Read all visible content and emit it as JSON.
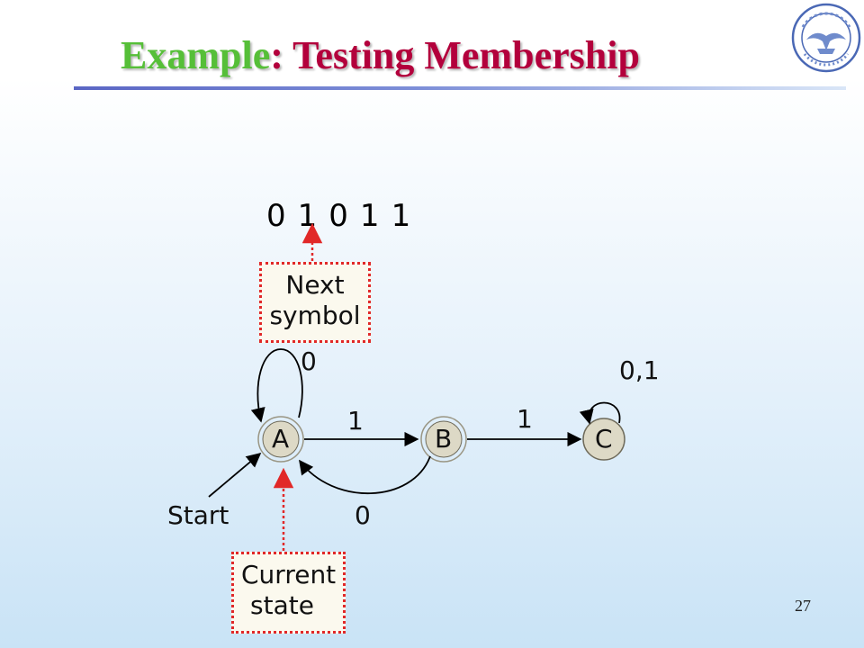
{
  "slide": {
    "title_part1": "Example",
    "title_part2": ": Testing Membership",
    "page_number": "27"
  },
  "input_string": [
    "0",
    "1",
    "0",
    "1",
    "1"
  ],
  "callouts": {
    "next_symbol": [
      "Next",
      "symbol"
    ],
    "current_state": [
      "Current",
      "state"
    ]
  },
  "automaton": {
    "states": [
      "A",
      "B",
      "C"
    ],
    "start_label": "Start",
    "transitions": [
      {
        "from": "A",
        "to": "A",
        "label": "0"
      },
      {
        "from": "A",
        "to": "B",
        "label": "1"
      },
      {
        "from": "B",
        "to": "A",
        "label": "0"
      },
      {
        "from": "B",
        "to": "C",
        "label": "1"
      },
      {
        "from": "C",
        "to": "C",
        "label": "0,1"
      }
    ]
  },
  "colors": {
    "title_green": "#56bf38",
    "title_red": "#b3003c",
    "callout_border": "#e12828",
    "state_fill": "#ddd9c6"
  }
}
